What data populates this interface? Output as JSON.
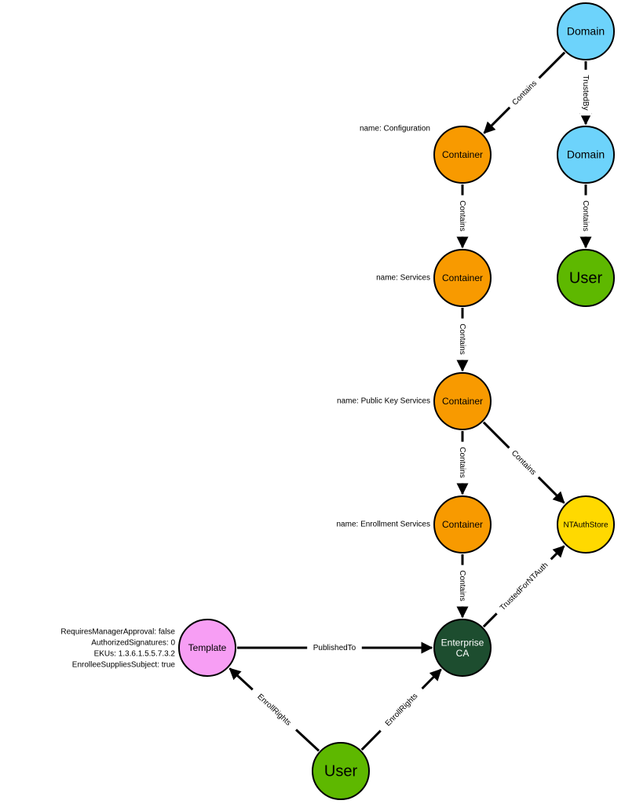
{
  "colors": {
    "domain": "#6dd3fb",
    "container": "#f89a00",
    "user": "#5eb800",
    "template": "#f79ef4",
    "enterprise_ca": "#1d4d2f",
    "ntauthstore": "#ffd900",
    "stroke": "#000000",
    "edge": "#000000"
  },
  "nodes": {
    "domain1": {
      "label": "Domain",
      "type": "domain"
    },
    "domain2": {
      "label": "Domain",
      "type": "domain"
    },
    "user_top": {
      "label": "User",
      "type": "user"
    },
    "container_config": {
      "label": "Container",
      "type": "container"
    },
    "container_services": {
      "label": "Container",
      "type": "container"
    },
    "container_pks": {
      "label": "Container",
      "type": "container"
    },
    "container_enroll": {
      "label": "Container",
      "type": "container"
    },
    "ntauthstore": {
      "label": "NTAuthStore",
      "type": "ntauthstore"
    },
    "enterprise_ca": {
      "label": "Enterprise\nCA",
      "type": "enterprise_ca"
    },
    "template": {
      "label": "Template",
      "type": "template"
    },
    "user_bottom": {
      "label": "User",
      "type": "user"
    }
  },
  "edges": [
    {
      "id": "e1",
      "label": "Contains"
    },
    {
      "id": "e2",
      "label": "TrustedBy"
    },
    {
      "id": "e3",
      "label": "Contains"
    },
    {
      "id": "e4",
      "label": "Contains"
    },
    {
      "id": "e5",
      "label": "Contains"
    },
    {
      "id": "e6",
      "label": "Contains"
    },
    {
      "id": "e7",
      "label": "Contains"
    },
    {
      "id": "e8",
      "label": "Contains"
    },
    {
      "id": "e9",
      "label": "TrustedForNTAuth"
    },
    {
      "id": "e10",
      "label": "PublishedTo"
    },
    {
      "id": "e11",
      "label": "EnrollRights"
    },
    {
      "id": "e12",
      "label": "EnrollRights"
    }
  ],
  "node_properties": {
    "container_config": [
      "name: Configuration"
    ],
    "container_services": [
      "name: Services"
    ],
    "container_pks": [
      "name: Public Key Services"
    ],
    "container_enroll": [
      "name: Enrollment Services"
    ],
    "template": [
      "RequiresManagerApproval: false",
      "AuthorizedSignatures: 0",
      "EKUs: 1.3.6.1.5.5.7.3.2",
      "EnrolleeSuppliesSubject: true"
    ]
  }
}
